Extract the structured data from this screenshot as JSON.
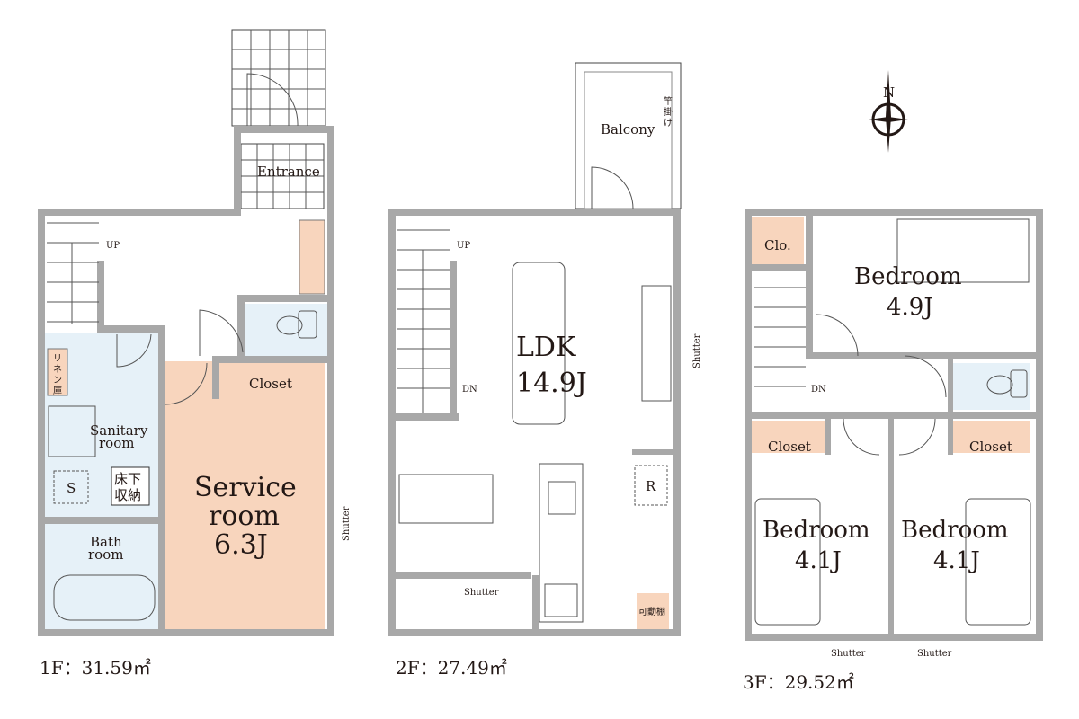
{
  "colors": {
    "wall": "#a8a8a8",
    "room_peach": "#f8d5bd",
    "room_blue": "#e6f1f8"
  },
  "floor1": {
    "area_label": "1F：31.59㎡",
    "up": "UP",
    "entrance": "Entrance",
    "closet": "Closet",
    "linen": [
      "リ",
      "ネ",
      "ン",
      "庫"
    ],
    "sanitary": [
      "Sanitary",
      "room"
    ],
    "s_mark": "S",
    "underfloor": [
      "床下",
      "収納"
    ],
    "bath": [
      "Bath",
      "room"
    ],
    "service": [
      "Service",
      "room",
      "6.3J"
    ],
    "shutter": "Shutter"
  },
  "floor2": {
    "area_label": "2F：27.49㎡",
    "balcony": "Balcony",
    "pole_hanger": [
      "竿",
      "掛",
      "け"
    ],
    "up": "UP",
    "dn": "DN",
    "ldk": [
      "LDK",
      "14.9J"
    ],
    "shutter_right": "Shutter",
    "shutter_bottom": "Shutter",
    "r_mark": "R",
    "shelf": "可動棚"
  },
  "floor3": {
    "area_label": "3F：29.52㎡",
    "compass": "N",
    "clo": "Clo.",
    "bedroom_main": [
      "Bedroom",
      "4.9J"
    ],
    "dn": "DN",
    "closet_left": "Closet",
    "closet_right": "Closet",
    "bedroom_left": [
      "Bedroom",
      "4.1J"
    ],
    "bedroom_right": [
      "Bedroom",
      "4.1J"
    ],
    "shutter_left": "Shutter",
    "shutter_right": "Shutter"
  }
}
